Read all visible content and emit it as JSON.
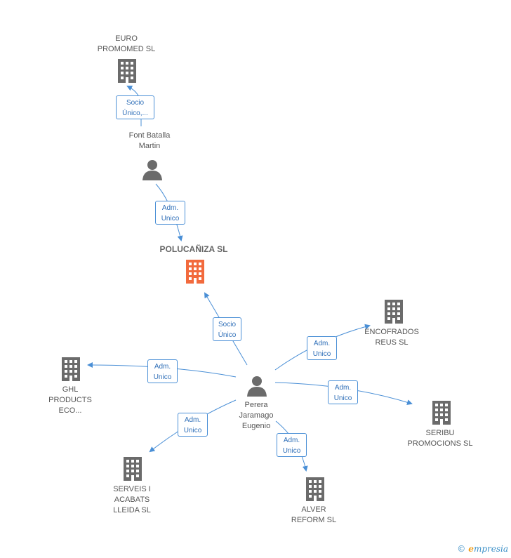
{
  "colors": {
    "edge": "#4a8fd6",
    "node": "#6b6b6b",
    "main_node": "#f26a3d"
  },
  "nodes": {
    "euro": {
      "label": "EURO\nPROMOMED SL",
      "icon": "building-icon"
    },
    "font": {
      "label": "Font Batalla\nMartin",
      "icon": "person-icon"
    },
    "polu": {
      "label": "POLUCAÑIZA SL",
      "icon": "building-icon"
    },
    "perera": {
      "label": "Perera\nJaramago\nEugenio",
      "icon": "person-icon"
    },
    "encof": {
      "label": "ENCOFRADOS\nREUS SL",
      "icon": "building-icon"
    },
    "ghl": {
      "label": "GHL\nPRODUCTS\nECO...",
      "icon": "building-icon"
    },
    "seribu": {
      "label": "SERIBU\nPROMOCIONS SL",
      "icon": "building-icon"
    },
    "serveis": {
      "label": "SERVEIS I\nACABATS\nLLEIDA SL",
      "icon": "building-icon"
    },
    "alver": {
      "label": "ALVER\nREFORM SL",
      "icon": "building-icon"
    }
  },
  "edges": {
    "font_euro": "Socio\nÚnico,...",
    "font_polu": "Adm.\nUnico",
    "perera_polu": "Socio\nÚnico",
    "perera_encof": "Adm.\nUnico",
    "perera_ghl": "Adm.\nUnico",
    "perera_seribu": "Adm.\nUnico",
    "perera_serveis": "Adm.\nUnico",
    "perera_alver": "Adm.\nUnico"
  },
  "footer": {
    "copyright": "©",
    "brand_initial": "e",
    "brand_rest": "mpresia"
  }
}
